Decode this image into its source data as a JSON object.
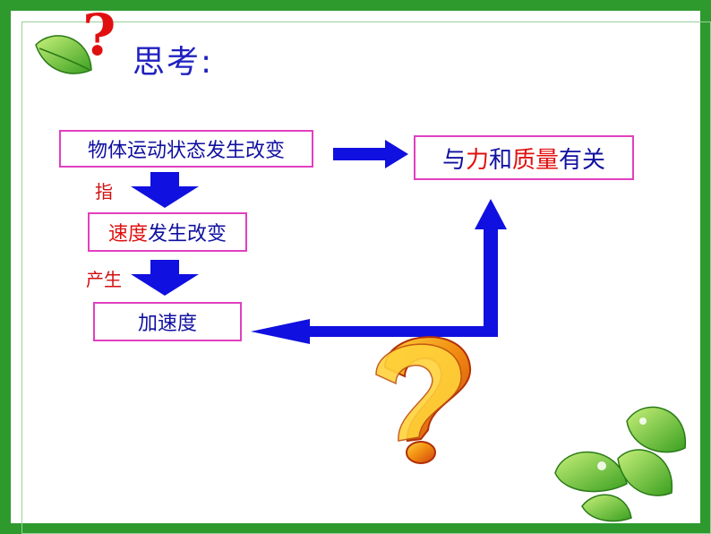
{
  "title": "思考:",
  "flow": {
    "state_change": "物体运动状态发生改变",
    "speed_change_part1": "速度",
    "speed_change_part2": "发生改变",
    "acceleration": "加速度",
    "label_refers": "指",
    "label_produces": "产生",
    "result": {
      "p1": "与",
      "p2": "力",
      "p3": "和",
      "p4": "质",
      "p5": "量",
      "p6": "有关"
    }
  },
  "colors": {
    "border_green": "#2e9a2e",
    "arrow_blue": "#1010e0",
    "box_border": "#e040c0",
    "text_blue": "#1010a0",
    "text_red": "#e01010",
    "question_orange": "#f07a10"
  },
  "icons": [
    "leaf-icon",
    "question-mark-icon"
  ]
}
